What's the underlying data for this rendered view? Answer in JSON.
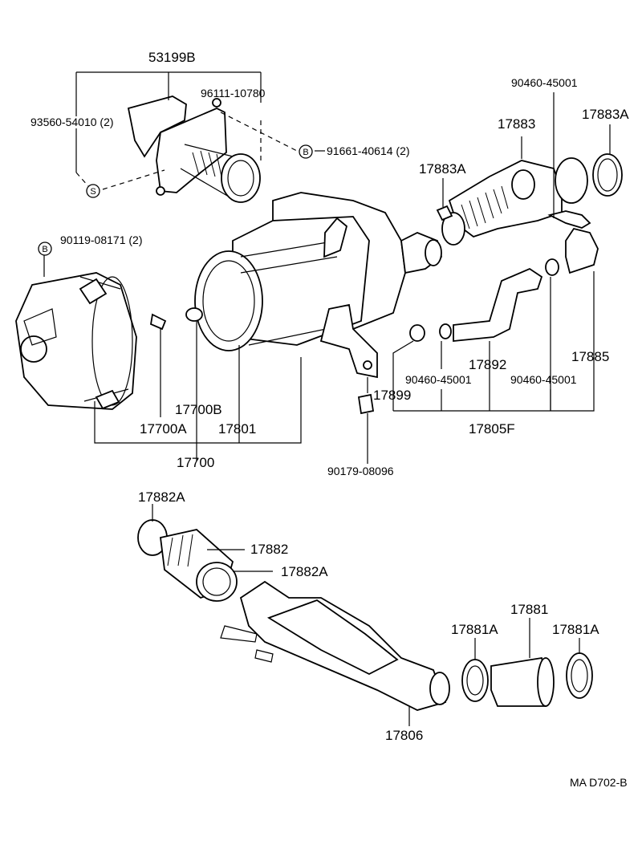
{
  "labels": {
    "p53199B": "53199B",
    "p93560": "93560-54010 (2)",
    "p96111": "96111-10780",
    "p91661": "91661-40614 (2)",
    "p90119": "90119-08171 (2)",
    "p90460_top": "90460-45001",
    "p17883": "17883",
    "p17883A_r": "17883A",
    "p17883A_l": "17883A",
    "p17700B": "17700B",
    "p17700A": "17700A",
    "p17801": "17801",
    "p17700": "17700",
    "p17899": "17899",
    "p90179": "90179-08096",
    "p17892": "17892",
    "p17885": "17885",
    "p90460_l": "90460-45001",
    "p90460_r": "90460-45001",
    "p17805F": "17805F",
    "p17882A_t": "17882A",
    "p17882": "17882",
    "p17882A_b": "17882A",
    "p17881": "17881",
    "p17881A_l": "17881A",
    "p17881A_r": "17881A",
    "p17806": "17806",
    "footer": "MA  D702-B"
  },
  "symbols": {
    "b": "B",
    "s": "S"
  }
}
